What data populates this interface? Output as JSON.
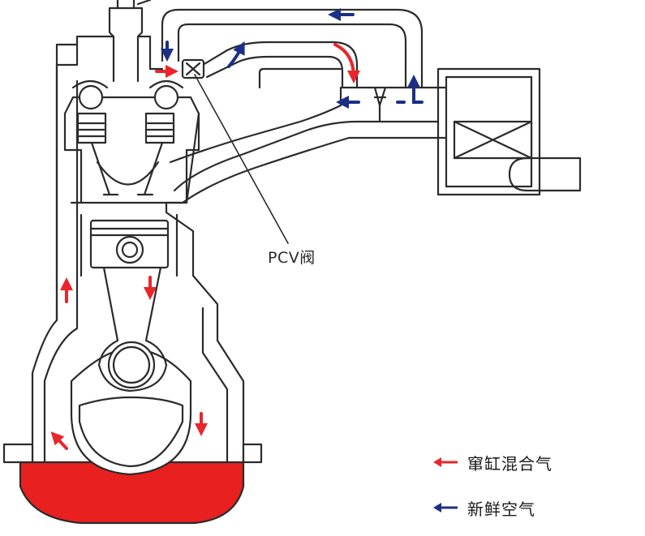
{
  "labels": {
    "pcv_valve": "PCV阀"
  },
  "legend": {
    "blowby": "窜缸混合气",
    "fresh_air": "新鲜空气"
  },
  "colors": {
    "blowby": "#e8262b",
    "fresh_air": "#1c2f86",
    "oil": "#e82020",
    "line": "#2b2b2b"
  }
}
